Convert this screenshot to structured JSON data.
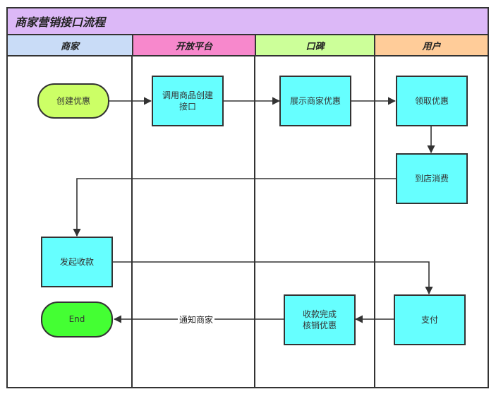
{
  "title": "商家营销接口流程",
  "colors": {
    "title_bg": "#dcb8f7",
    "lane_merchant": "#c9dcf7",
    "lane_platform": "#f788cc",
    "lane_koubei": "#ccff99",
    "lane_user": "#ffcc99",
    "box_fill": "#66ffff",
    "start_fill": "#ccff66",
    "end_fill": "#44ff33",
    "line": "#333333"
  },
  "lanes": [
    {
      "label": "商家"
    },
    {
      "label": "开放平台"
    },
    {
      "label": "口碑"
    },
    {
      "label": "用户"
    }
  ],
  "nodes": {
    "create_offer": "创建优惠",
    "call_api": "调用商品创建接口",
    "show_offer": "展示商家优惠",
    "receive_offer": "领取优惠",
    "store_consume": "到店消费",
    "initiate_payment": "发起收款",
    "pay": "支付",
    "payment_done": "收款完成\n核销优惠",
    "end": "End"
  },
  "edges": {
    "notify_label": "通知商家"
  }
}
